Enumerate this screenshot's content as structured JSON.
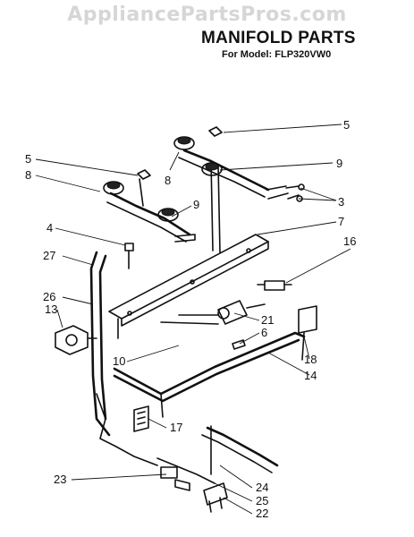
{
  "watermark": "AppliancePartsPros.com",
  "title": "MANIFOLD PARTS",
  "subtitle": "For Model: FLP320VW0",
  "callouts": [
    "5",
    "5",
    "8",
    "8",
    "9",
    "9",
    "3",
    "7",
    "4",
    "16",
    "27",
    "26",
    "13",
    "21",
    "6",
    "10",
    "18",
    "14",
    "17",
    "23",
    "24",
    "25",
    "22"
  ]
}
